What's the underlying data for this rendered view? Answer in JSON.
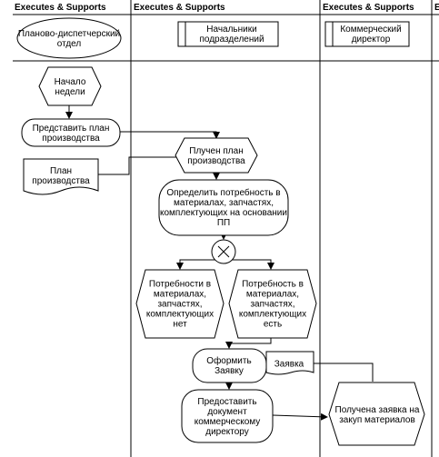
{
  "lanes": [
    {
      "header": "Executes & Supports",
      "role": "Планово-диспетчерский отдел"
    },
    {
      "header": "Executes & Supports",
      "role": "Начальники подразделений"
    },
    {
      "header": "Executes & Supports",
      "role": "Коммерческий директор"
    },
    {
      "header": "E"
    }
  ],
  "nodes": {
    "start": "Начало недели",
    "present_plan": "Представить план производства",
    "plan_doc": "План производства",
    "plan_received": "Плучен план производства",
    "determine_needs": "Определить потребность в материалах, запчастях, комплектующих на основании ПП",
    "needs_none": "Потребности в материалах, запчастях, комплектующих нет",
    "needs_exist": "Потребность в материалах, запчастях, комплектующих есть",
    "make_request": "Оформить Заявку",
    "request_doc": "Заявка",
    "submit_doc": "Предоставить документ коммерческому директору",
    "request_received": "Получена заявка на закуп материалов"
  }
}
